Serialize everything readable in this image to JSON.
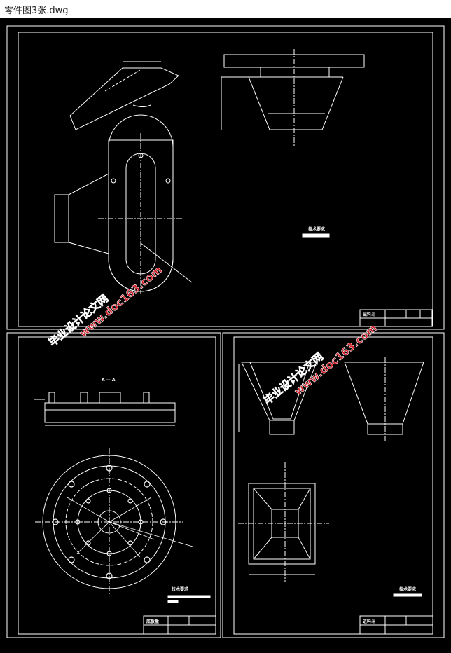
{
  "window": {
    "title": "零件图3张.dwg"
  },
  "sheets": [
    {
      "name": "top-sheet",
      "tech_req_title": "技术要求",
      "title_block_label": "出料斗"
    },
    {
      "name": "bottom-left-sheet",
      "tech_req_title": "技术要求",
      "title_block_label": "底板盘",
      "section_label": "A — A"
    },
    {
      "name": "bottom-right-sheet",
      "tech_req_title": "技术要求",
      "title_block_label": "进料斗"
    }
  ],
  "watermark": {
    "text_cn": "毕业设计论文网",
    "text_url": "www.doc163.com",
    "color": "#d0202a"
  }
}
